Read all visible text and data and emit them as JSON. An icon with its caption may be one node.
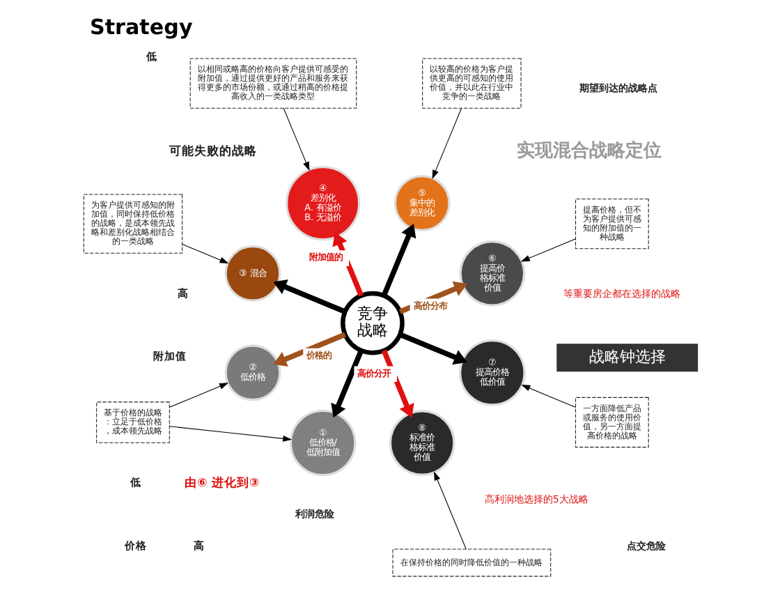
{
  "diagram": {
    "title": "Strategy",
    "nodes": [
      {
        "text": [
          "战略钟选择"
        ]
      },
      {
        "text": [
          "以相同或略高的价格向客户提供可感受的附加值，通过提供更好的产品和服务来获得更多的市场份额，或通过稍高的价格提高收入的一类战略类型"
        ]
      },
      {
        "text": [
          "④",
          "差别化",
          "A. 有溢价",
          "B. 无溢价"
        ]
      },
      {
        "text": [
          "为客户提供可感知的附加值，同时保持低价格的战略，是成本领先战略和差别化战略相结合的一类战略"
        ]
      },
      {
        "text": [
          "③ 混合"
        ]
      },
      {
        "text": [
          "⑤",
          "集中的差别化"
        ]
      },
      {
        "text": [
          "以较高的价格为客户提供更高的可感知的使用价值，并以此在行业中竞争的一类战略"
        ]
      },
      {
        "text": [
          "②",
          "低价格"
        ]
      },
      {
        "text": [
          "竞争战略"
        ]
      },
      {
        "text": [
          "⑥",
          "提高价格标准价值"
        ]
      },
      {
        "text": [
          "提高价格，但不为客户提供可感知的附加值的一种战略"
        ]
      },
      {
        "text": [
          "基于价格的战略：立足于低价格，成本领先战略"
        ]
      },
      {
        "text": [
          "①",
          "低价格/低附加值"
        ]
      },
      {
        "text": [
          "⑦",
          "提高价格低价值"
        ]
      },
      {
        "text": [
          "一方面降低产品或服务的使用价值，另一方面提高价格的战略"
        ]
      },
      {
        "text": [
          "⑧",
          "标准价格标准价值"
        ]
      },
      {
        "text": [
          "在保持价格的同时降低价值的一种战略"
        ]
      }
    ],
    "edges": [
      {
        "from": 1,
        "to": 2,
        "arrow": "to"
      },
      {
        "from": 3,
        "to": 4,
        "arrow": "to"
      },
      {
        "from": 6,
        "to": 5,
        "arrow": "to"
      },
      {
        "from": 10,
        "to": 9,
        "arrow": "to"
      },
      {
        "from": 11,
        "to": 7,
        "arrow": "to"
      },
      {
        "from": 11,
        "to": 12,
        "arrow": "to"
      },
      {
        "from": 14,
        "to": 13,
        "arrow": "to"
      },
      {
        "from": 16,
        "to": 15,
        "arrow": "to"
      },
      {
        "from": 8,
        "to": 2,
        "arrow": "to",
        "label": "附加值的",
        "style": "thick",
        "color": "#e01010"
      },
      {
        "from": 8,
        "to": 5,
        "arrow": "to",
        "style": "thick"
      },
      {
        "from": 8,
        "to": 9,
        "arrow": "to",
        "label": "高价分布",
        "style": "thick",
        "color": "#a0521c"
      },
      {
        "from": 8,
        "to": 13,
        "arrow": "to",
        "style": "thick"
      },
      {
        "from": 8,
        "to": 15,
        "arrow": "to",
        "label": "高价分开",
        "style": "thick",
        "color": "#e01010"
      },
      {
        "from": 8,
        "to": 12,
        "arrow": "to",
        "style": "thick"
      },
      {
        "from": 8,
        "to": 7,
        "arrow": "to",
        "label": "价格的",
        "style": "thick",
        "color": "#a0521c"
      },
      {
        "from": 8,
        "to": 4,
        "arrow": "to",
        "style": "thick"
      }
    ],
    "labels": [
      "实现混合战略定位",
      "高利润地选择的5大战略",
      "高",
      "期望到达的战略点",
      "附加值",
      "利润危险",
      "等重要房企都在选择的战略",
      "可能失败的战略",
      "点交危险",
      "低",
      "由⑥ 进化到③",
      "低",
      "价格",
      "高"
    ]
  }
}
